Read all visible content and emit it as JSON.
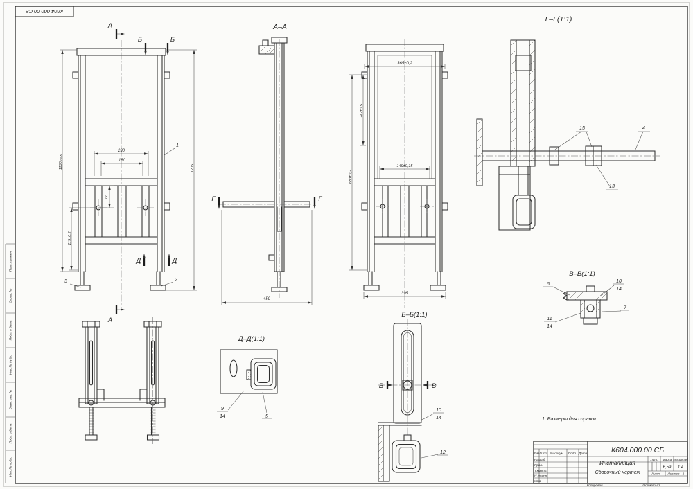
{
  "corner_stamp": "К604.000.00 СБ",
  "margin_labels": [
    "Перв. примен.",
    "Справ. №",
    "Подп. и дата",
    "Инв. № дубл.",
    "Взам. инв. №",
    "Подп. и дата",
    "Инв. № подл."
  ],
  "note": "1. Размеры для справок",
  "front_view": {
    "dim_230": "230",
    "dim_180": "180",
    "dim_77": "77",
    "dim_115": "115±0,2",
    "dim_1130": "1130max",
    "dim_1205": "1205",
    "pos_1": "1",
    "pos_2": "2",
    "pos_3": "3",
    "sec_a": "А",
    "sec_b": "Б",
    "sec_d": "Д"
  },
  "section_aa": {
    "title": "А–А",
    "dim_450": "450",
    "sec_g": "Г"
  },
  "rear_view": {
    "dim_365": "365±0,2",
    "dim_242": "242±0,5",
    "dim_149": "149±0,15",
    "dim_683": "683±0,2",
    "dim_395": "395"
  },
  "section_gg": {
    "title": "Г–Г(1:1)",
    "pos_4": "4",
    "pos_13": "13",
    "pos_15": "15"
  },
  "section_vv": {
    "title": "В–В(1:1)",
    "pos_6": "6",
    "pos_7": "7",
    "pos_10": "10",
    "pos_11": "11",
    "pos_14": "14"
  },
  "section_dd": {
    "title": "Д–Д(1:1)",
    "pos_5": "5",
    "pos_9": "9",
    "pos_14": "14"
  },
  "section_bb": {
    "title": "Б–Б(1:1)",
    "pos_10": "10",
    "pos_12": "12",
    "pos_14": "14",
    "sec_v": "В"
  },
  "title_block": {
    "doc_number": "К604.000.00 СБ",
    "name": "Инсталляция",
    "doc_type": "Сборочный чертеж",
    "col_izm": "Изм.",
    "col_list": "Лист",
    "col_doc": "№ докум.",
    "col_podp": "Подп.",
    "col_data": "Дата",
    "row_razrab": "Разраб.",
    "row_prov": "Пров.",
    "row_tkontr": "Т.контр.",
    "row_nkontr": "Н.контр.",
    "row_utv": "Утв.",
    "lit": "Лит.",
    "mass": "Масса",
    "scale": "Масштаб",
    "mass_value": "6,59",
    "scale_value": "1:4",
    "sheet": "Лист",
    "sheets": "Листов",
    "sheets_value": "1",
    "copied": "Копировал",
    "format": "Формат А3"
  }
}
